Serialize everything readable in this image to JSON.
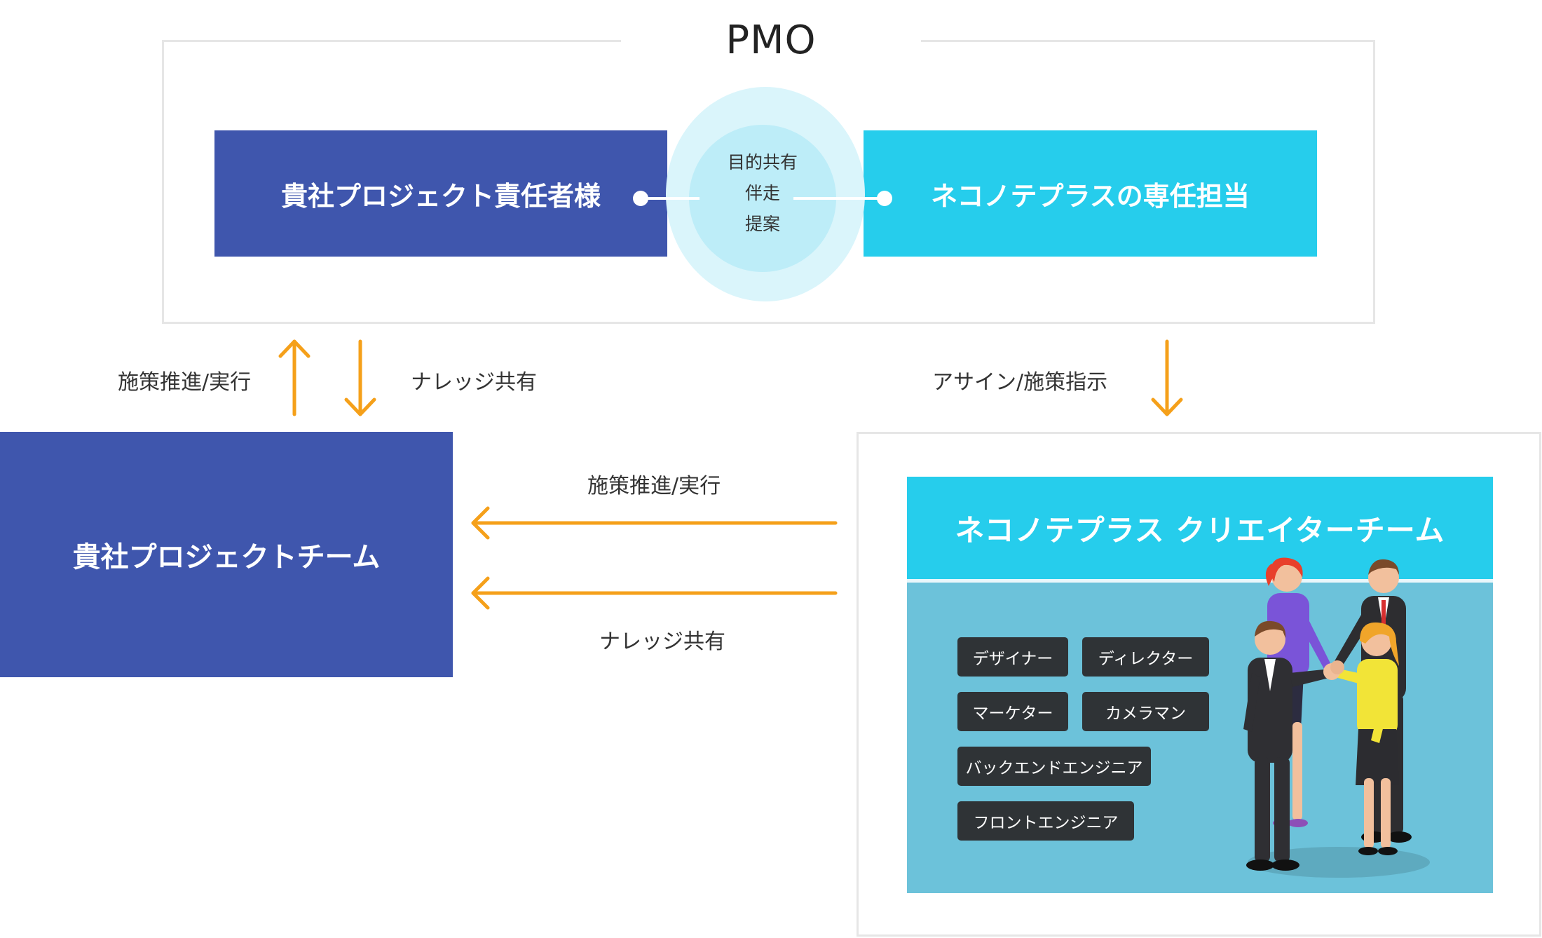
{
  "pmo": {
    "title": "PMO",
    "client_lead": "貴社プロジェクト責任者様",
    "neco_lead": "ネコノテプラスの専任担当",
    "shared_actions": [
      "目的共有",
      "伴走",
      "提案"
    ]
  },
  "flows": {
    "left_up_label": "施策推進/実行",
    "left_down_label": "ナレッジ共有",
    "right_down_label": "アサイン/施策指示",
    "to_team_top_label": "施策推進/実行",
    "to_team_bottom_label": "ナレッジ共有"
  },
  "client_team": {
    "label": "貴社プロジェクトチーム"
  },
  "creator_team": {
    "title": "ネコノテプラス クリエイターチーム",
    "roles": [
      "デザイナー",
      "ディレクター",
      "マーケター",
      "カメラマン",
      "バックエンドエンジニア",
      "フロントエンジニア"
    ]
  },
  "colors": {
    "navy": "#3f56ad",
    "cyan": "#26cdec",
    "arrow": "#f5a01a",
    "panel": "#6cc2da",
    "role_chip": "#2f3336"
  }
}
